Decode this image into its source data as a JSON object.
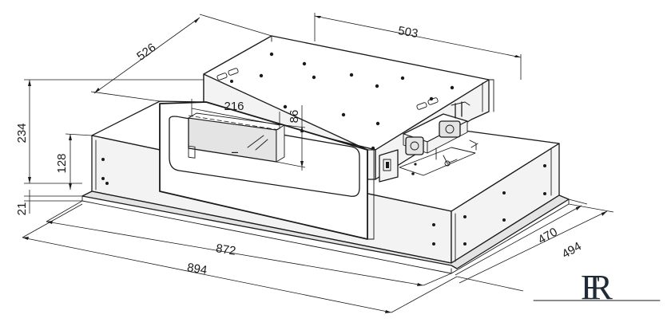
{
  "dimensions": {
    "d503": "503",
    "d526": "526",
    "d216": "216",
    "d86": "86",
    "d234": "234",
    "d128": "128",
    "d21": "21",
    "d872": "872",
    "d894": "894",
    "d470": "470",
    "d494": "494"
  },
  "logo": {
    "text": "FR"
  },
  "colors": {
    "line": "#1a1a1a",
    "background": "#ffffff"
  }
}
